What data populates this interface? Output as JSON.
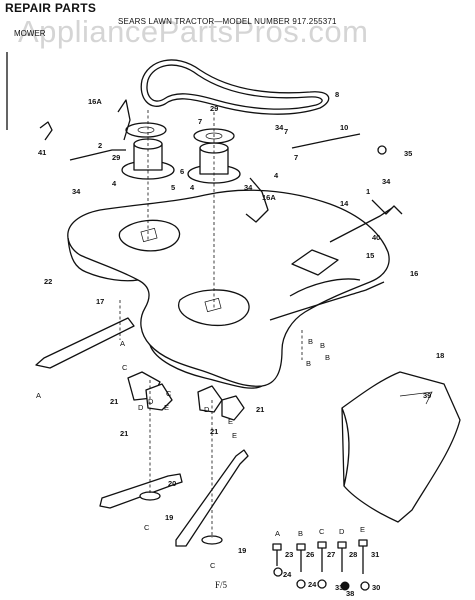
{
  "header": {
    "title": "REPAIR PARTS",
    "subtitle": "SEARS LAWN TRACTOR—MODEL NUMBER 917.255371",
    "section": "MOWER"
  },
  "watermark": "AppliancePartsPros.com",
  "page_code": "F/5",
  "callouts": [
    {
      "id": "c8",
      "text": "8"
    },
    {
      "id": "c16a1",
      "text": "16A"
    },
    {
      "id": "c7a",
      "text": "7"
    },
    {
      "id": "c29a",
      "text": "29"
    },
    {
      "id": "c7b",
      "text": "7"
    },
    {
      "id": "c41",
      "text": "41"
    },
    {
      "id": "c2",
      "text": "2"
    },
    {
      "id": "c34a",
      "text": "34"
    },
    {
      "id": "c10",
      "text": "10"
    },
    {
      "id": "c35",
      "text": "35"
    },
    {
      "id": "c29b",
      "text": "29"
    },
    {
      "id": "c4a",
      "text": "4"
    },
    {
      "id": "c5a",
      "text": "5"
    },
    {
      "id": "c34b",
      "text": "34"
    },
    {
      "id": "c4b",
      "text": "4"
    },
    {
      "id": "c6",
      "text": "6"
    },
    {
      "id": "c7c",
      "text": "7"
    },
    {
      "id": "c4c",
      "text": "4"
    },
    {
      "id": "c34c",
      "text": "34"
    },
    {
      "id": "c16a2",
      "text": "16A"
    },
    {
      "id": "c34d",
      "text": "34"
    },
    {
      "id": "c1",
      "text": "1"
    },
    {
      "id": "c14",
      "text": "14"
    },
    {
      "id": "c40",
      "text": "40"
    },
    {
      "id": "c22",
      "text": "22"
    },
    {
      "id": "c15",
      "text": "15"
    },
    {
      "id": "c16",
      "text": "16"
    },
    {
      "id": "c17",
      "text": "17"
    },
    {
      "id": "c18",
      "text": "18"
    },
    {
      "id": "c39",
      "text": "39"
    },
    {
      "id": "c21a",
      "text": "21"
    },
    {
      "id": "c21b",
      "text": "21"
    },
    {
      "id": "c21c",
      "text": "21"
    },
    {
      "id": "c21d",
      "text": "21"
    },
    {
      "id": "c20",
      "text": "20"
    },
    {
      "id": "c19a",
      "text": "19"
    },
    {
      "id": "c19b",
      "text": "19"
    },
    {
      "id": "c23",
      "text": "23"
    },
    {
      "id": "c24",
      "text": "24"
    },
    {
      "id": "c26",
      "text": "26"
    },
    {
      "id": "c24b",
      "text": "24"
    },
    {
      "id": "c27",
      "text": "27"
    },
    {
      "id": "c33",
      "text": "33"
    },
    {
      "id": "c28",
      "text": "28"
    },
    {
      "id": "c38",
      "text": "38"
    },
    {
      "id": "c31",
      "text": "31"
    },
    {
      "id": "c30",
      "text": "30"
    }
  ],
  "letters": [
    {
      "id": "lA1",
      "text": "A"
    },
    {
      "id": "lA2",
      "text": "A"
    },
    {
      "id": "lB1",
      "text": "B"
    },
    {
      "id": "lB2",
      "text": "B"
    },
    {
      "id": "lC1",
      "text": "C"
    },
    {
      "id": "lC2",
      "text": "C"
    },
    {
      "id": "lD1",
      "text": "D"
    },
    {
      "id": "lD2",
      "text": "D"
    },
    {
      "id": "lE1",
      "text": "E"
    },
    {
      "id": "lE2",
      "text": "E"
    },
    {
      "id": "lA3",
      "text": "A"
    },
    {
      "id": "lB3",
      "text": "B"
    },
    {
      "id": "lC3",
      "text": "C"
    },
    {
      "id": "lD3",
      "text": "D"
    },
    {
      "id": "lE3",
      "text": "E"
    },
    {
      "id": "lC4",
      "text": "C"
    },
    {
      "id": "lC5",
      "text": "C"
    },
    {
      "id": "lB4",
      "text": "B"
    },
    {
      "id": "lB5",
      "text": "B"
    },
    {
      "id": "lD4",
      "text": "D"
    },
    {
      "id": "lE4",
      "text": "E"
    }
  ]
}
